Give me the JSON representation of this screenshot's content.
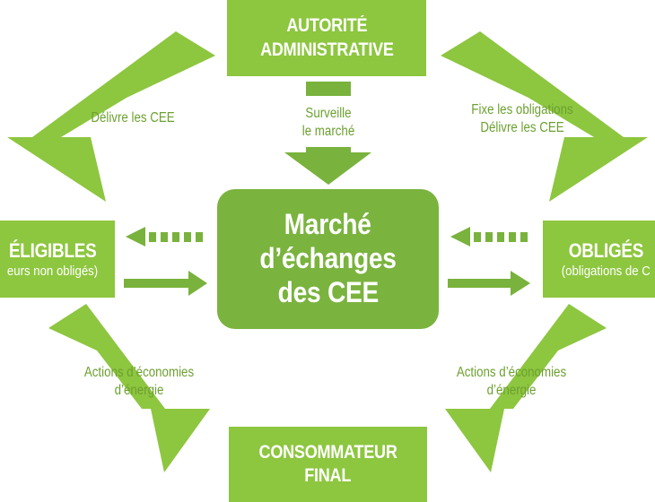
{
  "colors": {
    "box": "#8dc63f",
    "center": "#7ab33e",
    "arrow": "#8dc63f",
    "arrow_dark": "#79b23c",
    "label_text": "#6ca030",
    "node_text": "#ffffff"
  },
  "nodes": {
    "autorite": {
      "lines": [
        "AUTORITÉ",
        "ADMINISTRATIVE"
      ]
    },
    "marche": {
      "lines": [
        "Marché",
        "d’échanges",
        "des CEE"
      ]
    },
    "eligibles": {
      "title": "ÉLIGIBLES",
      "subtitle": "eurs non obligés)"
    },
    "obliges": {
      "title": "OBLIGÉS",
      "subtitle": "(obligations de C"
    },
    "consommateur": {
      "lines": [
        "CONSOMMATEUR",
        "FINAL"
      ]
    }
  },
  "edges": {
    "top_left": {
      "lines": [
        "Délivre les CEE"
      ]
    },
    "top_center": {
      "lines": [
        "Surveille",
        "le marché"
      ]
    },
    "top_right": {
      "lines": [
        "Fixe les obligations",
        "Délivre les CEE"
      ]
    },
    "bottom_left": {
      "lines": [
        "Actions d’économies",
        "d’énergie"
      ]
    },
    "bottom_right": {
      "lines": [
        "Actions d’économies",
        "d’énergie"
      ]
    }
  }
}
